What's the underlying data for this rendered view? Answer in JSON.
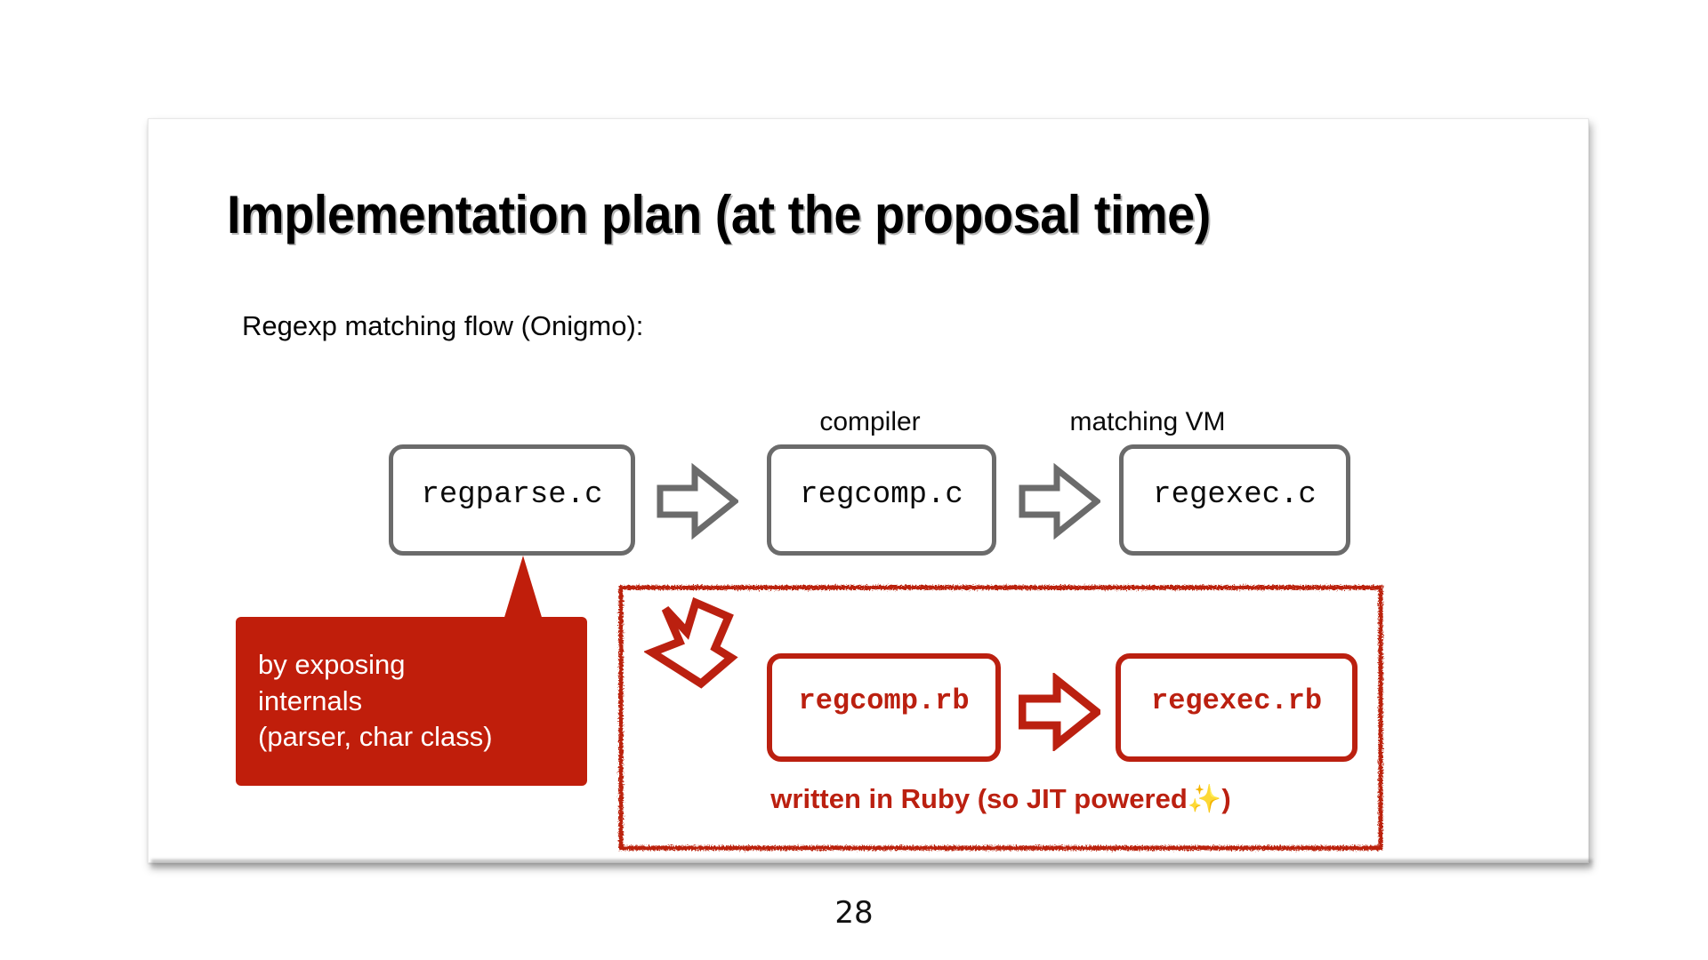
{
  "slide": {
    "title": "Implementation plan (at the proposal time)",
    "subtitle": "Regexp matching flow (Onigmo):",
    "page_number": "28",
    "accent_red": "#bb2010",
    "callout_red": "#c01e0b",
    "box_gray": "#6b6b6b",
    "sparkle_gold": "#f2a524"
  },
  "flow": {
    "labels": {
      "compiler": "compiler",
      "matching_vm": "matching VM"
    },
    "c_boxes": [
      {
        "code": "regparse.c"
      },
      {
        "code": "regcomp.c"
      },
      {
        "code": "regexec.c"
      }
    ]
  },
  "callout": {
    "line1": "by exposing",
    "line2": "internals",
    "line3": "(parser, char class)"
  },
  "ruby_group": {
    "rb_boxes": [
      {
        "code": "regcomp.rb"
      },
      {
        "code": "regexec.rb"
      }
    ],
    "note_text": "written in Ruby (so JIT powered",
    "note_sparkle": "✨",
    "note_tail": ")"
  }
}
